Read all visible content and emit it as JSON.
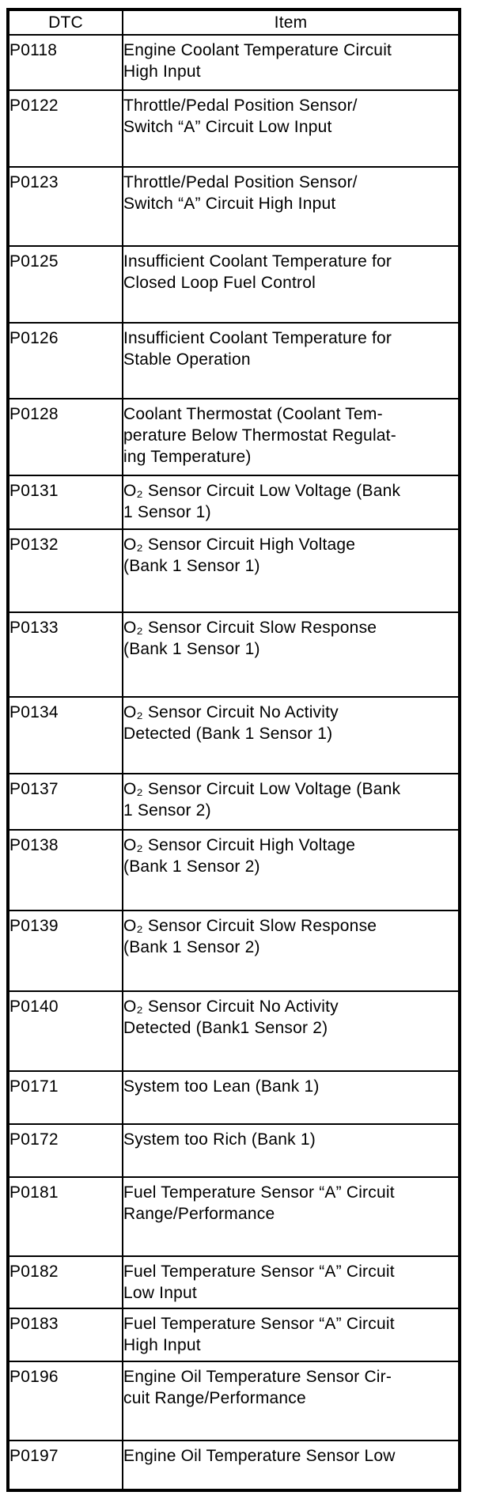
{
  "table": {
    "headers": {
      "dtc": "DTC",
      "item": "Item"
    },
    "rows": [
      {
        "code": "P0118",
        "item": "Engine Coolant Temperature Circuit\nHigh Input"
      },
      {
        "code": "P0122",
        "item": "Throttle/Pedal Position Sensor/\nSwitch “A” Circuit Low Input"
      },
      {
        "code": "P0123",
        "item": "Throttle/Pedal Position Sensor/\nSwitch “A” Circuit High Input"
      },
      {
        "code": "P0125",
        "item": "Insufficient Coolant Temperature for\nClosed Loop Fuel Control"
      },
      {
        "code": "P0126",
        "item": "Insufficient Coolant Temperature for\nStable Operation"
      },
      {
        "code": "P0128",
        "item": "Coolant Thermostat (Coolant Tem-\nperature Below Thermostat Regulat-\ning Temperature)"
      },
      {
        "code": "P0131",
        "item": "O₂ Sensor Circuit Low Voltage (Bank\n1 Sensor 1)"
      },
      {
        "code": "P0132",
        "item": "O₂ Sensor Circuit High Voltage\n(Bank 1 Sensor 1)"
      },
      {
        "code": "P0133",
        "item": "O₂ Sensor Circuit Slow Response\n(Bank 1 Sensor 1)"
      },
      {
        "code": "P0134",
        "item": "O₂ Sensor Circuit No Activity\nDetected (Bank 1 Sensor 1)"
      },
      {
        "code": "P0137",
        "item": "O₂ Sensor Circuit Low Voltage (Bank\n1 Sensor 2)"
      },
      {
        "code": "P0138",
        "item": "O₂ Sensor Circuit High Voltage\n(Bank 1 Sensor 2)"
      },
      {
        "code": "P0139",
        "item": "O₂ Sensor Circuit Slow Response\n(Bank 1 Sensor 2)"
      },
      {
        "code": "P0140",
        "item": "O₂ Sensor Circuit No Activity\nDetected (Bank1 Sensor 2)"
      },
      {
        "code": "P0171",
        "item": "System too Lean (Bank 1)"
      },
      {
        "code": "P0172",
        "item": "System too Rich (Bank 1)"
      },
      {
        "code": "P0181",
        "item": "Fuel Temperature Sensor “A” Circuit\nRange/Performance"
      },
      {
        "code": "P0182",
        "item": "Fuel Temperature Sensor “A” Circuit\nLow Input"
      },
      {
        "code": "P0183",
        "item": "Fuel Temperature Sensor “A” Circuit\nHigh Input"
      },
      {
        "code": "P0196",
        "item": "Engine Oil Temperature Sensor Cir-\ncuit Range/Performance"
      },
      {
        "code": "P0197",
        "item": "Engine Oil Temperature Sensor Low"
      }
    ]
  }
}
